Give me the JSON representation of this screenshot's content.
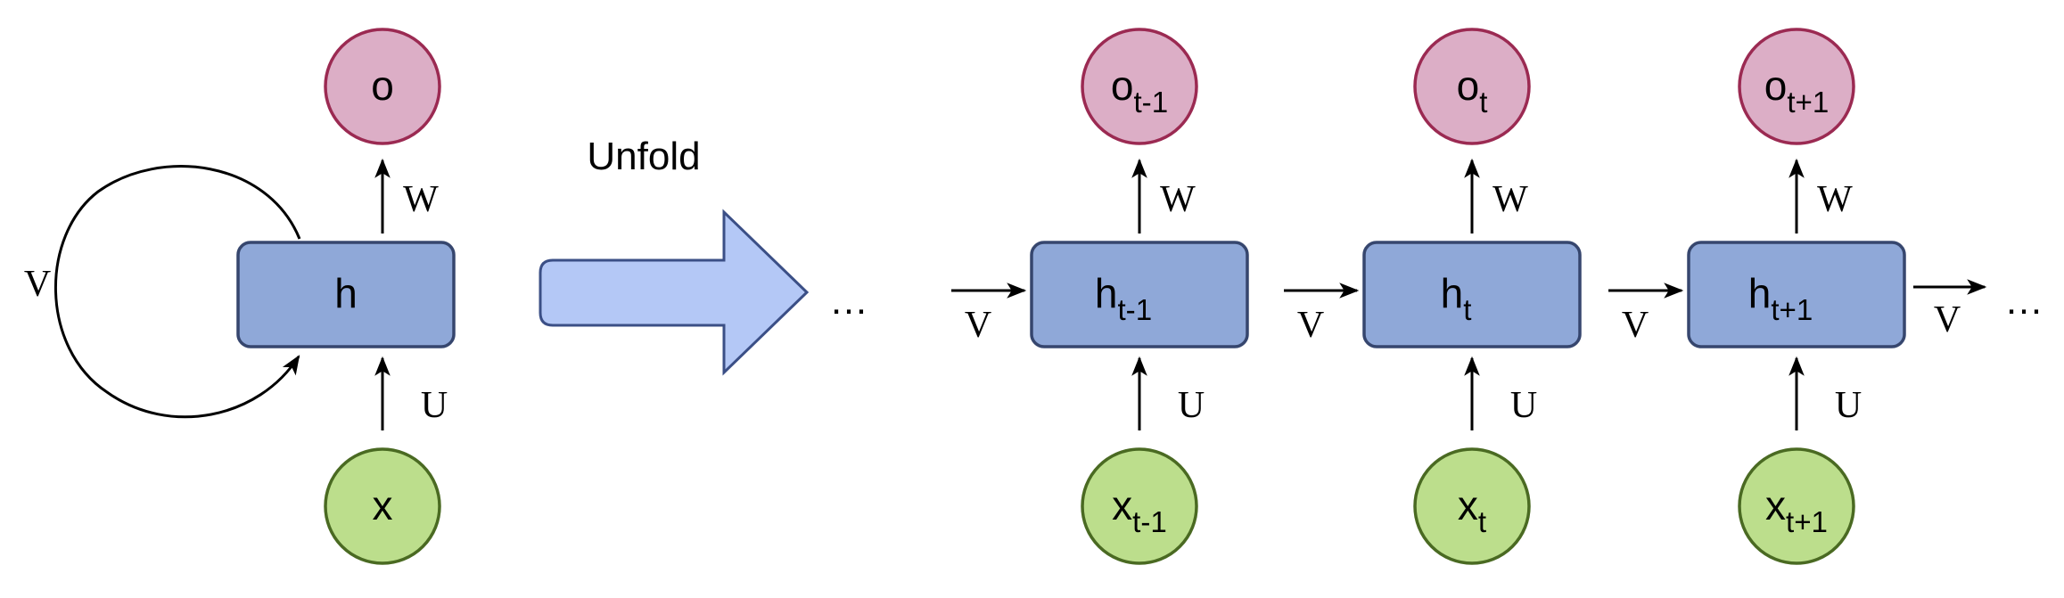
{
  "folded": {
    "hidden_label": "h",
    "output_label": "o",
    "input_label": "x",
    "weight_out": "W",
    "weight_in": "U",
    "weight_loop": "V"
  },
  "unfold_label": "Unfold",
  "ellipsis_left": "…",
  "ellipsis_right": "…",
  "steps": [
    {
      "h": "h",
      "h_sub": "t-1",
      "o": "o",
      "o_sub": "t-1",
      "x": "x",
      "x_sub": "t-1",
      "w": "W",
      "u": "U",
      "v_in": "V"
    },
    {
      "h": "h",
      "h_sub": "t",
      "o": "o",
      "o_sub": "t",
      "x": "x",
      "x_sub": "t",
      "w": "W",
      "u": "U",
      "v_in": "V"
    },
    {
      "h": "h",
      "h_sub": "t+1",
      "o": "o",
      "o_sub": "t+1",
      "x": "x",
      "x_sub": "t+1",
      "w": "W",
      "u": "U",
      "v_in": "V"
    }
  ],
  "v_out_last": "V",
  "colors": {
    "output_fill": "#dcaec6",
    "output_stroke": "#9b2a52",
    "input_fill": "#bcde8c",
    "input_stroke": "#4a6a22",
    "hidden_fill": "#8fa8d8",
    "hidden_stroke": "#36466e",
    "arrow_fill": "#b4c8f6"
  }
}
